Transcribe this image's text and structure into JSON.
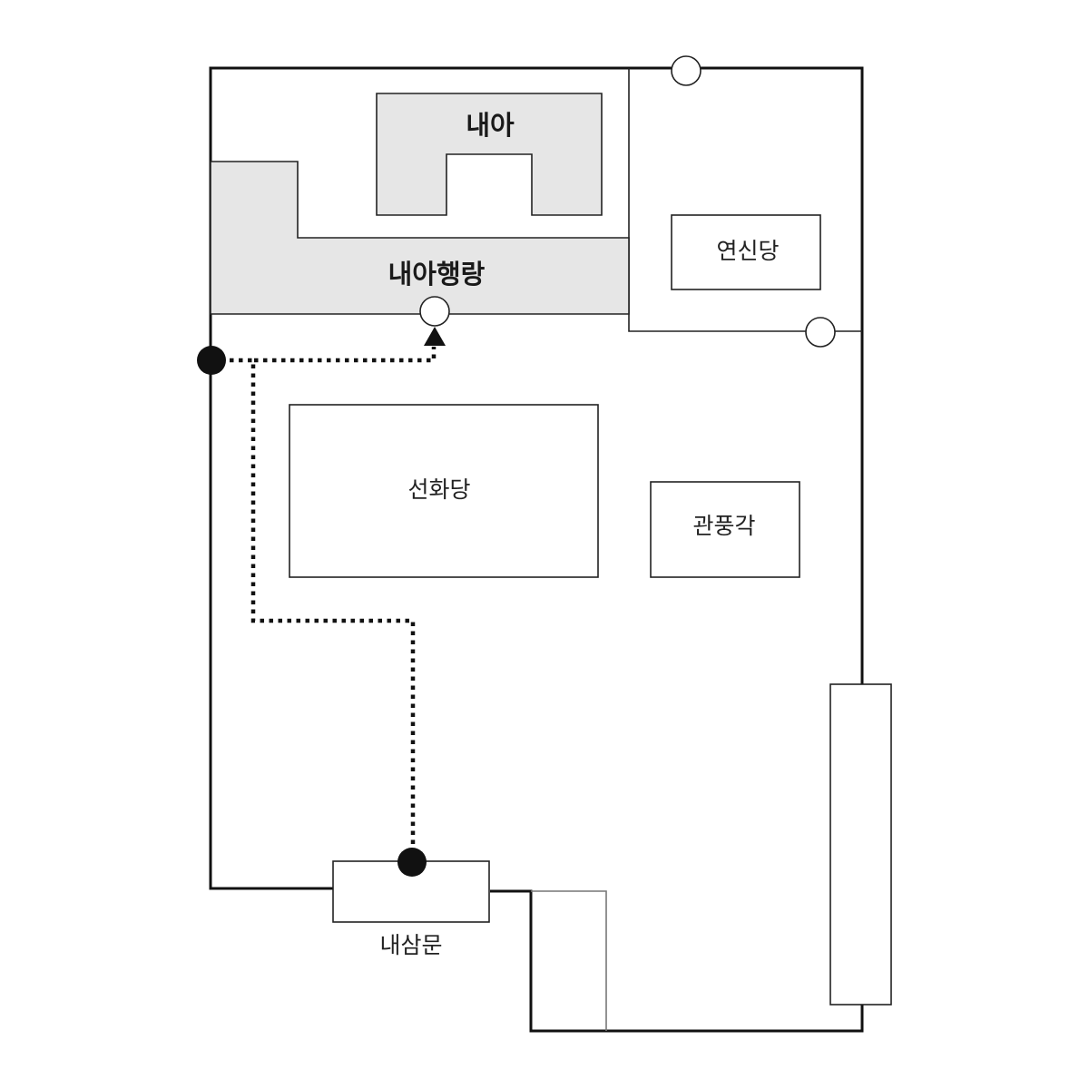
{
  "labels": {
    "naea": "내아",
    "naea_haengrang": "내아행랑",
    "yeonsindang": "연신당",
    "seonhwadang": "선화당",
    "gwanpunggak": "관풍각",
    "naesammun": "내삼문"
  },
  "colors": {
    "shaded_area": "#e6e6e6",
    "line": "#222222",
    "route": "#111111"
  }
}
